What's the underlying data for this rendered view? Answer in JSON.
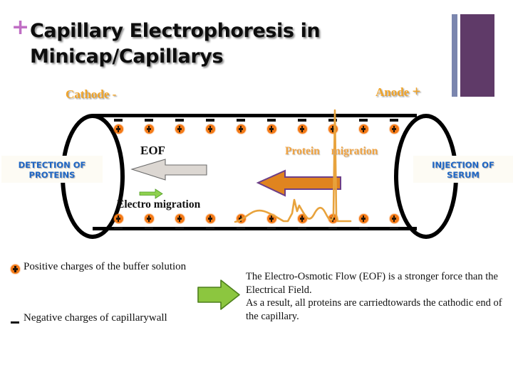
{
  "slide": {
    "title": "Capillary Electrophoresis in Minicap/Capillarys",
    "title_bullet": "+",
    "accent_purple": "#5f3a68",
    "accent_blue_bar": "#7b86ae",
    "accent_orange": "#f0a42a",
    "accent_label_blue": "#1f66c4",
    "charge_orange": "#f47a17"
  },
  "diagram": {
    "cathode_label": "Cathode -",
    "anode_label": "Anode",
    "anode_sign": "+",
    "detection_label": "DETECTION OF PROTEINS",
    "injection_label": "INJECTION OF SERUM",
    "eof_label": "EOF",
    "protein_label_part1": "Protein",
    "protein_label_part2": "migration",
    "electro_migration_label": "Electro migration",
    "top_charge_count": 10,
    "bottom_charge_count": 10,
    "eof_arrow_direction": "left",
    "eof_arrow_color": "#dcd7d2",
    "protein_arrow_direction": "left",
    "protein_arrow_color": "#e0841f",
    "protein_arrow_outline": "#6d3f88",
    "electro_arrow_direction": "right",
    "electro_arrow_color": "#79c043",
    "electropherogram_color": "#e8a33d"
  },
  "legend": {
    "positive_text": "Positive charges of the buffer solution",
    "negative_text": "Negative charges of capillarywall",
    "arrow_icon": "green-right-arrow",
    "arrow_color": "#8cc63f"
  },
  "note": {
    "line1": "The Electro-Osmotic Flow (EOF) is a stronger force than the Electrical Field.",
    "line2": "As a result, all proteins are carriedtowards the cathodic end of the capillary."
  }
}
